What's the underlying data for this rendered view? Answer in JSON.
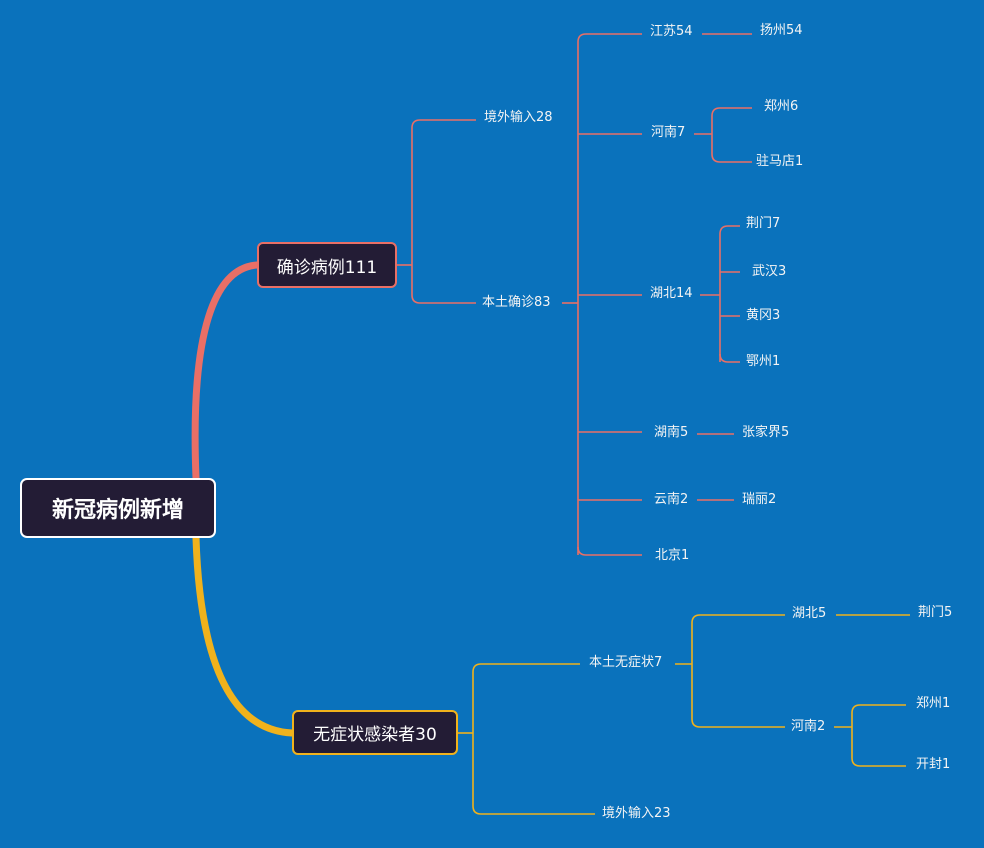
{
  "root": "新冠病例新增",
  "confirmed": {
    "label": "确诊病例111",
    "imported": "境外输入28",
    "local": {
      "label": "本土确诊83",
      "jiangsu": "江苏54",
      "yangzhou": "扬州54",
      "henan": "河南7",
      "zhengzhou": "郑州6",
      "zhumadian": "驻马店1",
      "hubei": "湖北14",
      "jingmen": "荆门7",
      "wuhan": "武汉3",
      "huanggang": "黄冈3",
      "ezhou": "鄂州1",
      "hunan": "湖南5",
      "zhangjiajie": "张家界5",
      "yunnan": "云南2",
      "ruili": "瑞丽2",
      "beijing": "北京1"
    }
  },
  "asymptomatic": {
    "label": "无症状感染者30",
    "local": {
      "label": "本土无症状7",
      "hubei": "湖北5",
      "jingmen": "荆门5",
      "henan": "河南2",
      "zhengzhou": "郑州1",
      "kaifeng": "开封1"
    },
    "imported": "境外输入23"
  },
  "colors": {
    "background": "#0a72bc",
    "node_fill": "#231c35",
    "confirmed_branch": "#e96f66",
    "asymptomatic_branch": "#f0b21c",
    "text": "#ffffff"
  }
}
